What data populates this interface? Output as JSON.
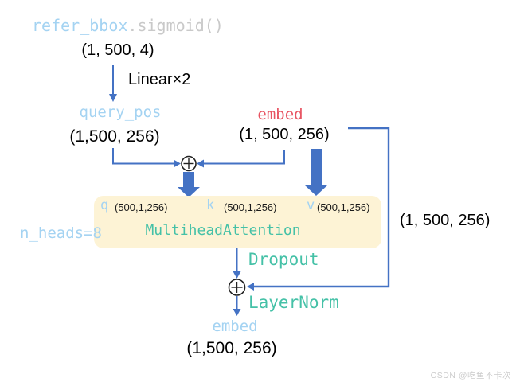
{
  "colors": {
    "arrow_blue": "#4472c4",
    "code_light_blue": "#a4d3f2",
    "code_gray": "#c9c9c9",
    "embed_red": "#e85462",
    "op_teal": "#45c1a7",
    "attention_box_bg": "#fdf3d5"
  },
  "nodes": {
    "refer_bbox": {
      "code": "refer_bbox",
      "method": ".sigmoid()",
      "shape": "(1, 500, 4)"
    },
    "linear": {
      "label": "Linear×2"
    },
    "query_pos": {
      "label": "query_pos",
      "shape": "(1,500, 256)"
    },
    "embed_in": {
      "label": "embed",
      "shape": "(1, 500, 256)"
    },
    "attention": {
      "label": "MultiheadAttention",
      "n_heads": "n_heads=8",
      "q_label": "q",
      "q_shape": "(500,1,256)",
      "k_label": "k",
      "k_shape": "(500,1,256)",
      "v_label": "v",
      "v_shape": "(500,1,256)"
    },
    "dropout": {
      "label": "Dropout"
    },
    "layernorm": {
      "label": "LayerNorm"
    },
    "residual": {
      "shape": "(1, 500, 256)"
    },
    "embed_out": {
      "label": "embed",
      "shape": "(1,500, 256)"
    }
  },
  "watermark": "CSDN @吃鱼不卡次"
}
